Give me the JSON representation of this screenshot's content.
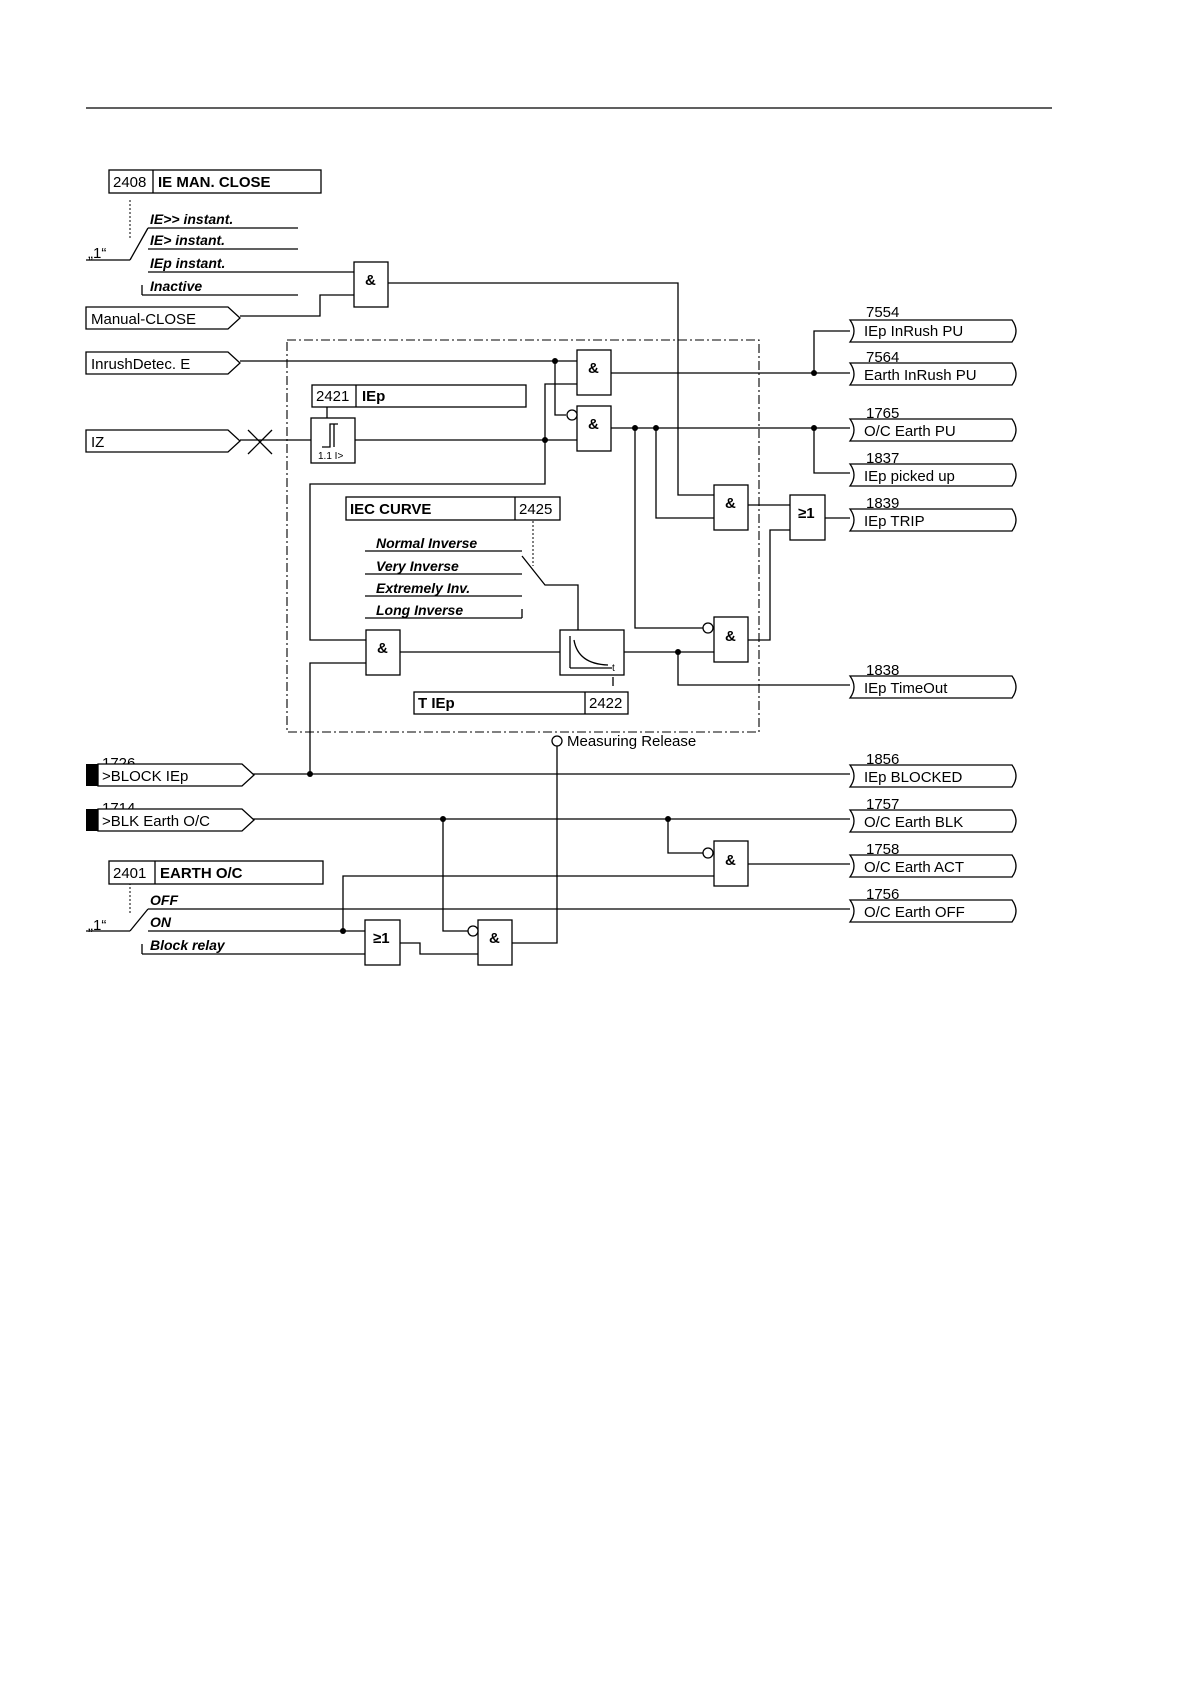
{
  "params": {
    "man_close": {
      "num": "2408",
      "name": "IE MAN. CLOSE"
    },
    "iep": {
      "num": "2421",
      "name": "IEp"
    },
    "iec_curve": {
      "name": "IEC CURVE",
      "num": "2425"
    },
    "t_iep": {
      "name": "T IEp",
      "num": "2422"
    },
    "earth_oc": {
      "num": "2401",
      "name": "EARTH O/C"
    }
  },
  "man_close_options": [
    "IE>> instant.",
    "IE> instant.",
    "IEp instant.",
    "Inactive"
  ],
  "curve_options": [
    "Normal Inverse",
    "Very Inverse",
    "Extremely Inv.",
    "Long Inverse"
  ],
  "earth_options": [
    "OFF",
    "ON",
    "Block relay"
  ],
  "default_marks": {
    "man_close": "„1“",
    "earth": "„1“"
  },
  "inputs": {
    "manual_close": "Manual-CLOSE",
    "inrush": "InrushDetec. E",
    "iz": "IZ",
    "block_iep": {
      "num": "1726",
      "label": ">BLOCK IEp"
    },
    "blk_earth": {
      "num": "1714",
      "label": ">BLK Earth O/C"
    }
  },
  "outputs": [
    {
      "num": "7554",
      "label": "IEp InRush PU"
    },
    {
      "num": "7564",
      "label": "Earth InRush PU"
    },
    {
      "num": "1765",
      "label": "O/C Earth PU"
    },
    {
      "num": "1837",
      "label": "IEp picked up"
    },
    {
      "num": "1839",
      "label": "IEp TRIP"
    },
    {
      "num": "1838",
      "label": "IEp TimeOut"
    },
    {
      "num": "1856",
      "label": "IEp BLOCKED"
    },
    {
      "num": "1757",
      "label": "O/C Earth BLK"
    },
    {
      "num": "1758",
      "label": "O/C Earth ACT"
    },
    {
      "num": "1756",
      "label": "O/C Earth OFF"
    }
  ],
  "gates": {
    "and": "&",
    "or": "≥1"
  },
  "threshold_label": "1.1 I>",
  "timer_label": "t",
  "measuring_release": "Measuring Release"
}
